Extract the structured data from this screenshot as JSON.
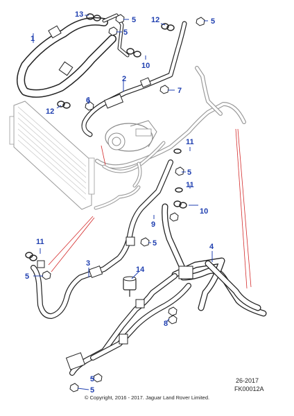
{
  "callouts": {
    "c1": "1",
    "c2": "2",
    "c3": "3",
    "c4": "4",
    "c5": "5",
    "c6": "6",
    "c7": "7",
    "c8": "8",
    "c9": "9",
    "c10": "10",
    "c11": "11",
    "c12": "12",
    "c13": "13",
    "c14": "14"
  },
  "footer": {
    "ref": "26-2017",
    "code": "FK00012A",
    "copyright": "© Copyright, 2016 - 2017. Jaguar Land Rover Limited."
  },
  "colors": {
    "callout": "#1f3fb0",
    "leader_red": "#d42a2a",
    "part_line": "#222222",
    "ghost_line": "#9a9a9a"
  }
}
